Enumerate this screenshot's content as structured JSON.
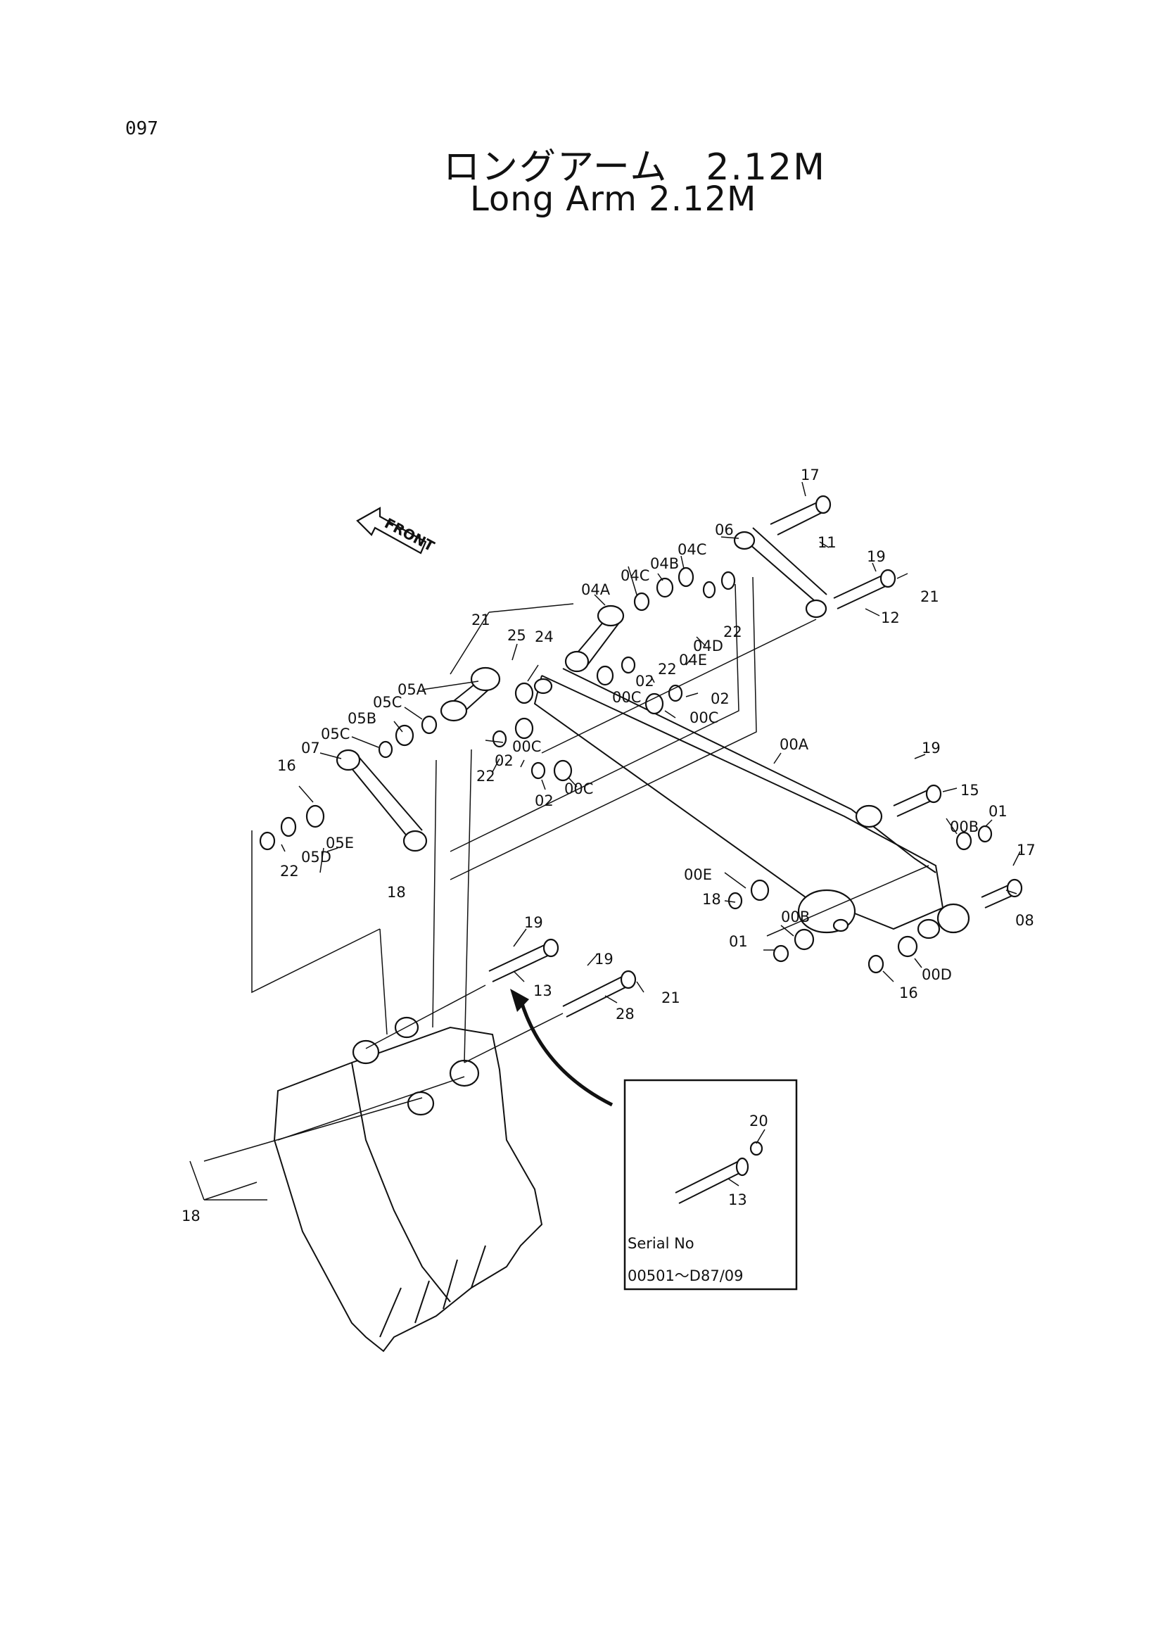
{
  "header": {
    "page_number": "097",
    "title_jp": "ロングアーム　2.12M",
    "title_en": "Long Arm 2.12M"
  },
  "direction_marker": {
    "label": "FRONT"
  },
  "inset": {
    "serial_label": "Serial No",
    "serial_range": "00501～D87/09"
  },
  "callouts": {
    "c17a": "17",
    "c11": "11",
    "c06": "06",
    "c19a": "19",
    "c12": "12",
    "c21a": "21",
    "c04C_a": "04C",
    "c04B": "04B",
    "c04C_b": "04C",
    "c04A": "04A",
    "c21b": "21",
    "c25": "25",
    "c24": "24",
    "c04D": "04D",
    "c22a": "22",
    "c04E": "04E",
    "c22b": "22",
    "c02a": "02",
    "c00C_a": "00C",
    "c02b": "02",
    "c00C_b": "00C",
    "c05A": "05A",
    "c05C_a": "05C",
    "c05B": "05B",
    "c05C_b": "05C",
    "c07": "07",
    "c16a": "16",
    "c22c": "22",
    "c02c": "02",
    "c00C_c": "00C",
    "c00C_d": "00C",
    "c02d": "02",
    "c00A": "00A",
    "c19b": "19",
    "c15": "15",
    "c05E": "05E",
    "c05D": "05D",
    "c22d": "22",
    "c18a": "18",
    "c01a": "01",
    "c00B_a": "00B",
    "c17b": "17",
    "c08": "08",
    "c00E": "00E",
    "c18b": "18",
    "c00B_b": "00B",
    "c01b": "01",
    "c00D": "00D",
    "c16b": "16",
    "c19c": "19",
    "c13a": "13",
    "c19d": "19",
    "c21c": "21",
    "c28": "28",
    "c20": "20",
    "c13b": "13",
    "c18c": "18"
  }
}
